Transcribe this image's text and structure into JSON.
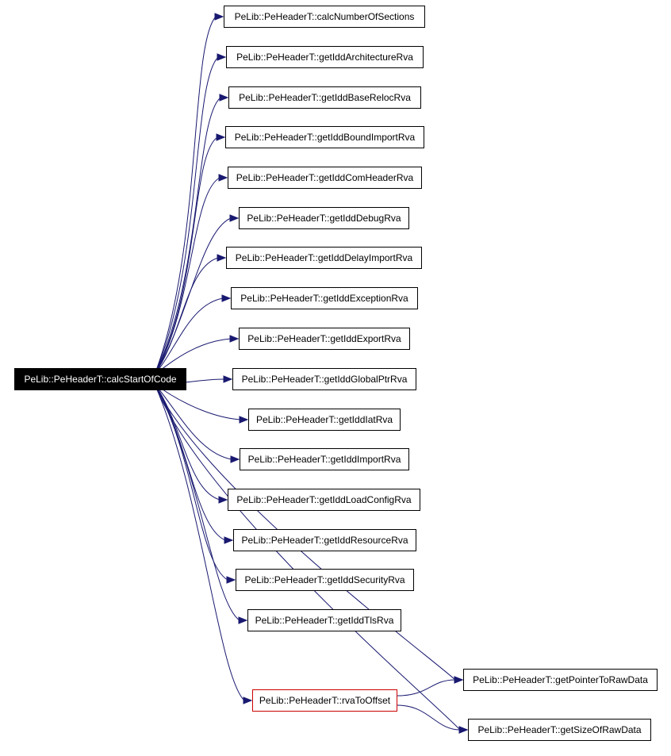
{
  "diagram": {
    "root": "PeLib::PeHeaderT::calcStartOfCode",
    "nodes": [
      {
        "id": "calcNumberOfSections",
        "label": "PeLib::PeHeaderT::calcNumberOfSections"
      },
      {
        "id": "getIddArchitectureRva",
        "label": "PeLib::PeHeaderT::getIddArchitectureRva"
      },
      {
        "id": "getIddBaseRelocRva",
        "label": "PeLib::PeHeaderT::getIddBaseRelocRva"
      },
      {
        "id": "getIddBoundImportRva",
        "label": "PeLib::PeHeaderT::getIddBoundImportRva"
      },
      {
        "id": "getIddComHeaderRva",
        "label": "PeLib::PeHeaderT::getIddComHeaderRva"
      },
      {
        "id": "getIddDebugRva",
        "label": "PeLib::PeHeaderT::getIddDebugRva"
      },
      {
        "id": "getIddDelayImportRva",
        "label": "PeLib::PeHeaderT::getIddDelayImportRva"
      },
      {
        "id": "getIddExceptionRva",
        "label": "PeLib::PeHeaderT::getIddExceptionRva"
      },
      {
        "id": "getIddExportRva",
        "label": "PeLib::PeHeaderT::getIddExportRva"
      },
      {
        "id": "getIddGlobalPtrRva",
        "label": "PeLib::PeHeaderT::getIddGlobalPtrRva"
      },
      {
        "id": "getIddIatRva",
        "label": "PeLib::PeHeaderT::getIddIatRva"
      },
      {
        "id": "getIddImportRva",
        "label": "PeLib::PeHeaderT::getIddImportRva"
      },
      {
        "id": "getIddLoadConfigRva",
        "label": "PeLib::PeHeaderT::getIddLoadConfigRva"
      },
      {
        "id": "getIddResourceRva",
        "label": "PeLib::PeHeaderT::getIddResourceRva"
      },
      {
        "id": "getIddSecurityRva",
        "label": "PeLib::PeHeaderT::getIddSecurityRva"
      },
      {
        "id": "getIddTlsRva",
        "label": "PeLib::PeHeaderT::getIddTlsRva"
      },
      {
        "id": "getPointerToRawData",
        "label": "PeLib::PeHeaderT::getPointerToRawData"
      },
      {
        "id": "rvaToOffset",
        "label": "PeLib::PeHeaderT::rvaToOffset"
      },
      {
        "id": "getSizeOfRawData",
        "label": "PeLib::PeHeaderT::getSizeOfRawData"
      }
    ],
    "edges": [
      {
        "from": "root",
        "to": "calcNumberOfSections"
      },
      {
        "from": "root",
        "to": "getIddArchitectureRva"
      },
      {
        "from": "root",
        "to": "getIddBaseRelocRva"
      },
      {
        "from": "root",
        "to": "getIddBoundImportRva"
      },
      {
        "from": "root",
        "to": "getIddComHeaderRva"
      },
      {
        "from": "root",
        "to": "getIddDebugRva"
      },
      {
        "from": "root",
        "to": "getIddDelayImportRva"
      },
      {
        "from": "root",
        "to": "getIddExceptionRva"
      },
      {
        "from": "root",
        "to": "getIddExportRva"
      },
      {
        "from": "root",
        "to": "getIddGlobalPtrRva"
      },
      {
        "from": "root",
        "to": "getIddIatRva"
      },
      {
        "from": "root",
        "to": "getIddImportRva"
      },
      {
        "from": "root",
        "to": "getIddLoadConfigRva"
      },
      {
        "from": "root",
        "to": "getIddResourceRva"
      },
      {
        "from": "root",
        "to": "getIddSecurityRva"
      },
      {
        "from": "root",
        "to": "getIddTlsRva"
      },
      {
        "from": "root",
        "to": "getPointerToRawData"
      },
      {
        "from": "root",
        "to": "rvaToOffset"
      },
      {
        "from": "root",
        "to": "getSizeOfRawData"
      },
      {
        "from": "rvaToOffset",
        "to": "getPointerToRawData"
      },
      {
        "from": "rvaToOffset",
        "to": "getSizeOfRawData"
      }
    ],
    "colors": {
      "edge": "#191970",
      "root_fill": "#000000",
      "root_text": "#ffffff",
      "node_border": "#000000",
      "highlight_border": "#cc0000"
    }
  }
}
